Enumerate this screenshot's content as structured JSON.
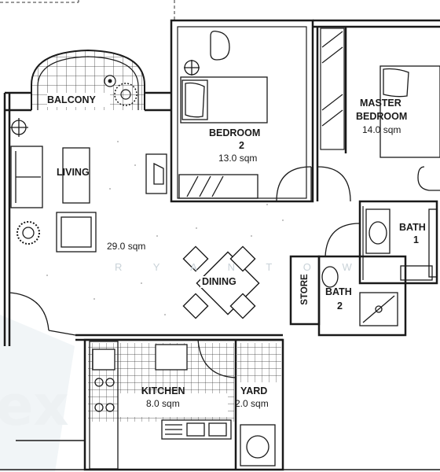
{
  "rooms": {
    "balcony": {
      "label": "BALCONY"
    },
    "living": {
      "label": "LIVING",
      "area": "29.0 sqm"
    },
    "bedroom2": {
      "label": "BEDROOM",
      "number": "2",
      "area": "13.0 sqm"
    },
    "master": {
      "label1": "MASTER",
      "label2": "BEDROOM",
      "area": "14.0 sqm"
    },
    "bath1": {
      "label": "BATH",
      "number": "1"
    },
    "bath2": {
      "label": "BATH",
      "number": "2"
    },
    "dining": {
      "label": "DINING"
    },
    "store": {
      "label": "STORE"
    },
    "kitchen": {
      "label": "KITCHEN",
      "area": "8.0 sqm"
    },
    "yard": {
      "label": "YARD",
      "area": "2.0 sqm"
    }
  },
  "watermark": {
    "text": "R Y A N T O W"
  },
  "colors": {
    "line": "#1a1a1a",
    "watermark": "#dfe6ea"
  }
}
